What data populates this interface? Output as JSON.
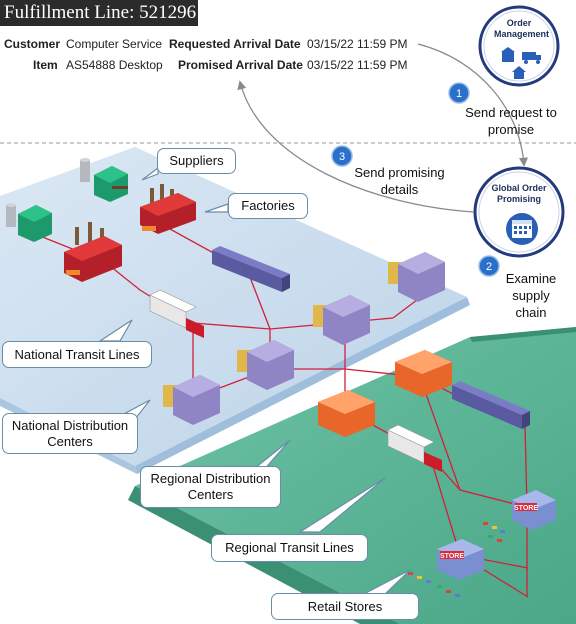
{
  "header": {
    "title": "Fulfillment Line: 521296 - 1",
    "customer_label": "Customer",
    "customer_value": "Computer Service",
    "item_label": "Item",
    "item_value": "AS54888 Desktop",
    "requested_label": "Requested Arrival Date",
    "requested_value": "03/15/22 11:59 PM",
    "promised_label": "Promised Arrival Date",
    "promised_value": "03/15/22 11:59 PM"
  },
  "services": {
    "order_management": "Order Management",
    "global_order_promising": "Global Order Promising"
  },
  "steps": [
    {
      "number": "1",
      "text": "Send request to promise"
    },
    {
      "number": "2",
      "text": "Examine supply chain"
    },
    {
      "number": "3",
      "text": "Send promising details"
    }
  ],
  "callouts": {
    "suppliers": "Suppliers",
    "factories": "Factories",
    "national_transit": "National Transit Lines",
    "national_dc": "National Distribution Centers",
    "regional_dc": "Regional Distribution Centers",
    "regional_transit": "Regional Transit Lines",
    "retail_stores": "Retail Stores"
  },
  "store_sign": "STORE",
  "colors": {
    "national_plane": "#c9dced",
    "regional_plane": "#5fb89c",
    "route_line": "#d1203a",
    "step_badge": "#2a6fc9",
    "service_ring": "#233a7d"
  }
}
